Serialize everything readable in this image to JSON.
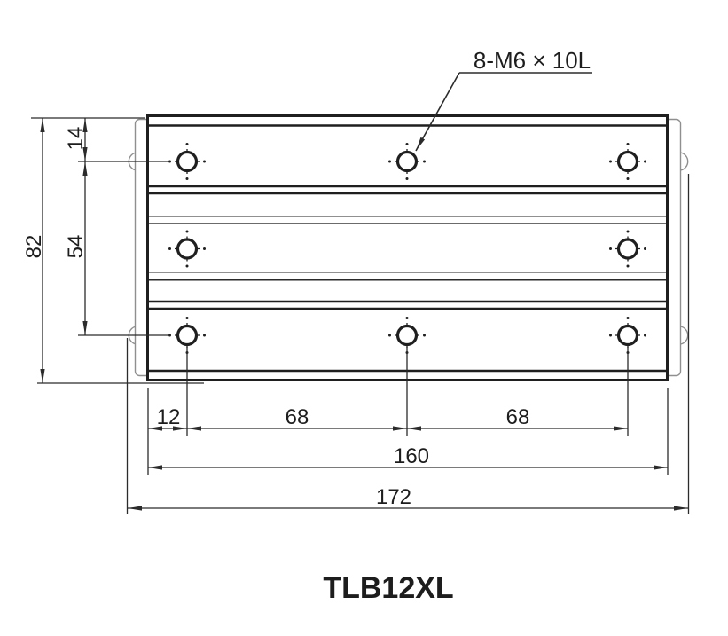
{
  "title": "TLB12XL",
  "annotation": {
    "hole_callout": "8-M6 × 10L"
  },
  "dimensions": {
    "total_height": "82",
    "top_edge_to_hole_row": "14",
    "hole_row_spacing": "54",
    "left_edge_to_hole_col": "12",
    "hole_col_spacing_left": "68",
    "hole_col_spacing_right": "68",
    "hole_span_width": "160",
    "total_width": "172"
  },
  "colors": {
    "line": "#1f1f1f",
    "thin_line": "#8f8f8f",
    "text": "#1d1d1d",
    "background": "#ffffff"
  }
}
